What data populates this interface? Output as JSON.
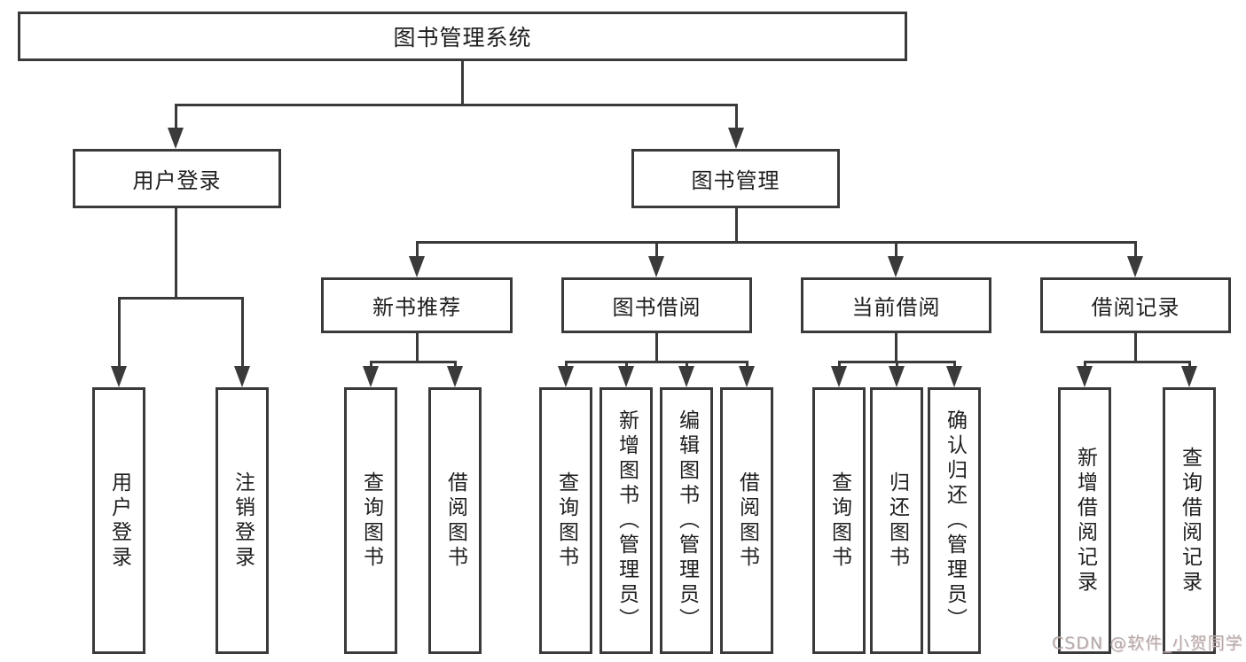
{
  "diagram": {
    "title": "图书管理系统",
    "branches": [
      {
        "label": "用户登录",
        "children": [
          {
            "label": "用户登录"
          },
          {
            "label": "注销登录"
          }
        ]
      },
      {
        "label": "图书管理",
        "children": [
          {
            "label": "新书推荐",
            "children": [
              {
                "label": "查询图书"
              },
              {
                "label": "借阅图书"
              }
            ]
          },
          {
            "label": "图书借阅",
            "children": [
              {
                "label": "查询图书"
              },
              {
                "label": "新增图书（管理员）"
              },
              {
                "label": "编辑图书（管理员）"
              },
              {
                "label": "借阅图书"
              }
            ]
          },
          {
            "label": "当前借阅",
            "children": [
              {
                "label": "查询图书"
              },
              {
                "label": "归还图书"
              },
              {
                "label": "确认归还（管理员）"
              }
            ]
          },
          {
            "label": "借阅记录",
            "children": [
              {
                "label": "新增借阅记录"
              },
              {
                "label": "查询借阅记录"
              }
            ]
          }
        ]
      }
    ]
  },
  "watermark": {
    "text": "CSDN @软件_小贺同学"
  },
  "colors": {
    "line": "#3a3a3a",
    "text": "#1e1e1e",
    "background": "#ffffff",
    "watermark": "#b3abab"
  }
}
